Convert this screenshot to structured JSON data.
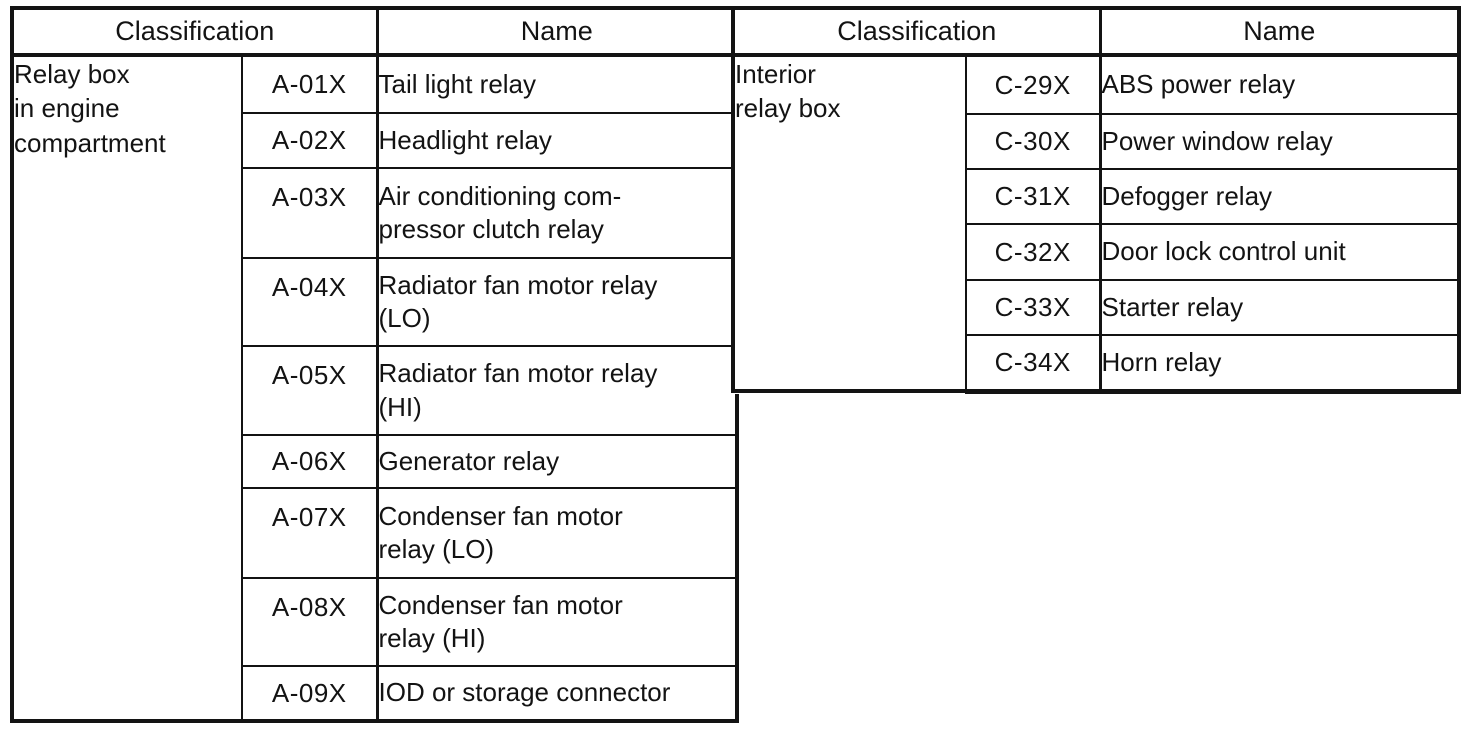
{
  "page": {
    "background": "#ffffff",
    "line_color": "#131313"
  },
  "tables": [
    {
      "id": "engine-relay-table",
      "headers": {
        "classification": "Classification",
        "name": "Name"
      },
      "group_label": "Relay box\nin engine\ncompartment",
      "rows": [
        {
          "code": "A-01X",
          "name": "Tail light relay"
        },
        {
          "code": "A-02X",
          "name": "Headlight relay"
        },
        {
          "code": "A-03X",
          "name": "Air conditioning com-\npressor clutch relay"
        },
        {
          "code": "A-04X",
          "name": "Radiator fan motor relay\n(LO)"
        },
        {
          "code": "A-05X",
          "name": "Radiator fan motor relay\n(HI)"
        },
        {
          "code": "A-06X",
          "name": "Generator relay"
        },
        {
          "code": "A-07X",
          "name": "Condenser fan motor\nrelay (LO)"
        },
        {
          "code": "A-08X",
          "name": "Condenser fan motor\nrelay (HI)"
        },
        {
          "code": "A-09X",
          "name": "IOD or storage connector"
        }
      ]
    },
    {
      "id": "interior-relay-table",
      "headers": {
        "classification": "Classification",
        "name": "Name"
      },
      "group_label": "Interior\nrelay box",
      "rows": [
        {
          "code": "C-29X",
          "name": "ABS power relay"
        },
        {
          "code": "C-30X",
          "name": "Power window relay"
        },
        {
          "code": "C-31X",
          "name": "Defogger relay"
        },
        {
          "code": "C-32X",
          "name": "Door lock control unit"
        },
        {
          "code": "C-33X",
          "name": "Starter relay"
        },
        {
          "code": "C-34X",
          "name": "Horn relay"
        }
      ]
    }
  ]
}
